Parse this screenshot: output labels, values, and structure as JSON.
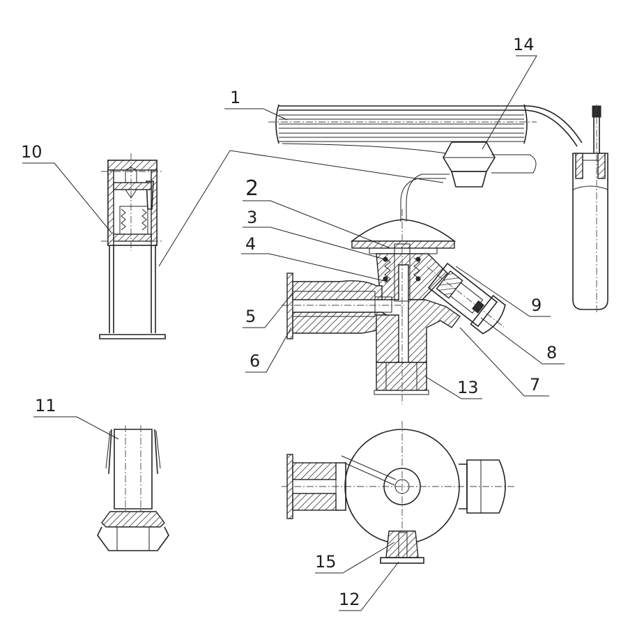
{
  "labels": {
    "l1": "1",
    "l2": "2",
    "l3": "3",
    "l4": "4",
    "l5": "5",
    "l6": "6",
    "l7": "7",
    "l8": "8",
    "l9": "9",
    "l10": "10",
    "l11": "11",
    "l12": "12",
    "l13": "13",
    "l14": "14",
    "l15": "15"
  },
  "colors": {
    "line": "#222222",
    "background": "#ffffff"
  }
}
